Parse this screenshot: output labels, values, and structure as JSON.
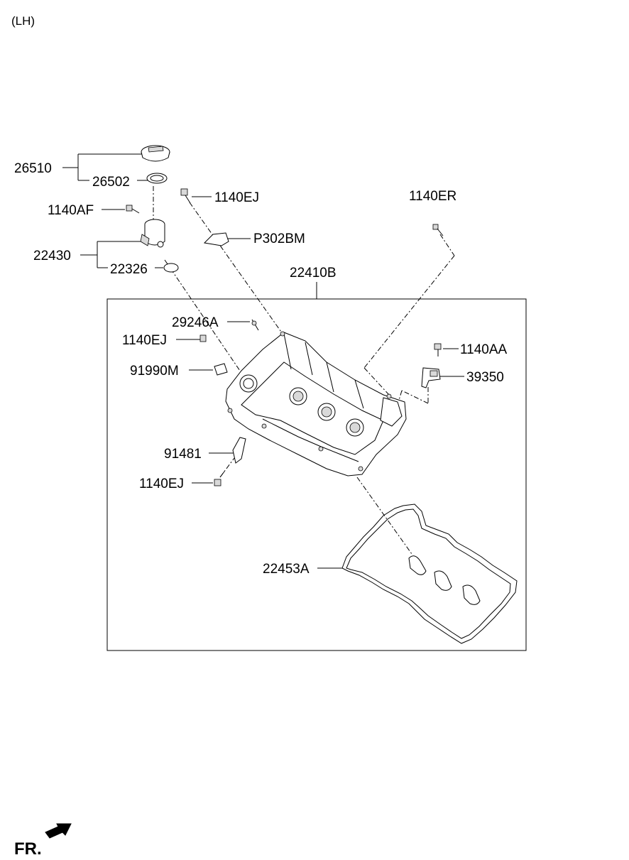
{
  "header": {
    "variant": "(LH)"
  },
  "footer": {
    "direction": "FR."
  },
  "parts": {
    "p26510": "26510",
    "p26502": "26502",
    "p1140AF": "1140AF",
    "p22430": "22430",
    "p22326": "22326",
    "p1140EJ_top": "1140EJ",
    "pP302BM": "P302BM",
    "p1140ER": "1140ER",
    "p22410B": "22410B",
    "p29246A": "29246A",
    "p1140EJ_mid": "1140EJ",
    "p91990M": "91990M",
    "p1140AA": "1140AA",
    "p39350": "39350",
    "p91481": "91481",
    "p1140EJ_low": "1140EJ",
    "p22453A": "22453A"
  }
}
